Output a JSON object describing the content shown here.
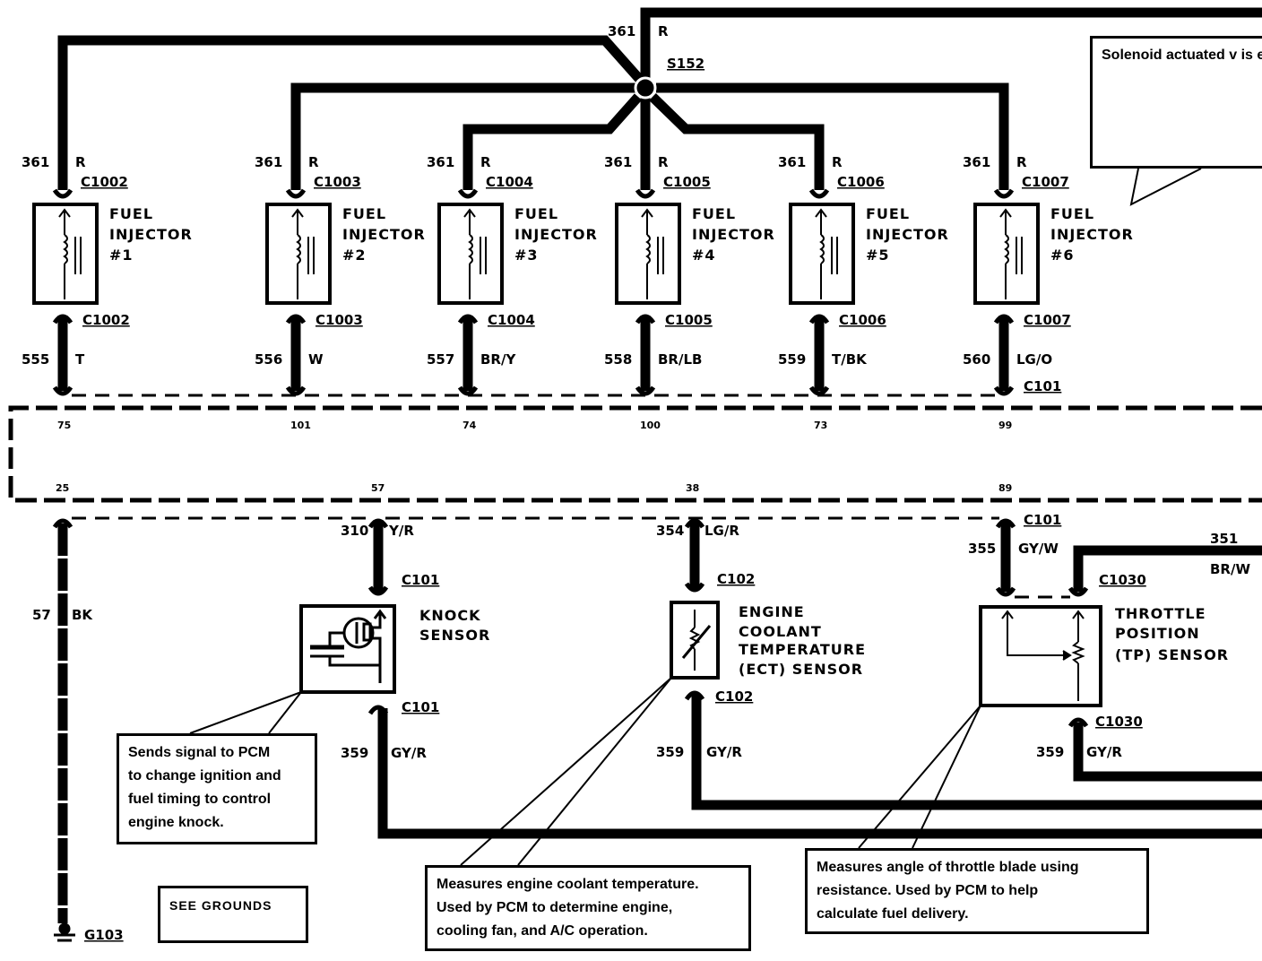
{
  "diagram": {
    "title": "Fuel Injector and Engine Sensor Wiring",
    "splice": "S152",
    "power_wire": {
      "number": "361",
      "color": "R"
    },
    "injectors": [
      {
        "label_line1": "FUEL",
        "label_line2": "INJECTOR",
        "label_line3": "#1",
        "top_wire": "361",
        "top_color": "R",
        "top_connector": "C1002",
        "bottom_connector": "C1002",
        "bottom_wire": "555",
        "bottom_color": "T",
        "pin": "75"
      },
      {
        "label_line1": "FUEL",
        "label_line2": "INJECTOR",
        "label_line3": "#2",
        "top_wire": "361",
        "top_color": "R",
        "top_connector": "C1003",
        "bottom_connector": "C1003",
        "bottom_wire": "556",
        "bottom_color": "W",
        "pin": "101"
      },
      {
        "label_line1": "FUEL",
        "label_line2": "INJECTOR",
        "label_line3": "#3",
        "top_wire": "361",
        "top_color": "R",
        "top_connector": "C1004",
        "bottom_connector": "C1004",
        "bottom_wire": "557",
        "bottom_color": "BR/Y",
        "pin": "74"
      },
      {
        "label_line1": "FUEL",
        "label_line2": "INJECTOR",
        "label_line3": "#4",
        "top_wire": "361",
        "top_color": "R",
        "top_connector": "C1005",
        "bottom_connector": "C1005",
        "bottom_wire": "558",
        "bottom_color": "BR/LB",
        "pin": "100"
      },
      {
        "label_line1": "FUEL",
        "label_line2": "INJECTOR",
        "label_line3": "#5",
        "top_wire": "361",
        "top_color": "R",
        "top_connector": "C1006",
        "bottom_connector": "C1006",
        "bottom_wire": "559",
        "bottom_color": "T/BK",
        "pin": "73"
      },
      {
        "label_line1": "FUEL",
        "label_line2": "INJECTOR",
        "label_line3": "#6",
        "top_wire": "361",
        "top_color": "R",
        "top_connector": "C1007",
        "bottom_connector": "C1007",
        "bottom_wire": "560",
        "bottom_color": "LG/O",
        "pin": "99"
      }
    ],
    "pcm_connector": "C101",
    "ground": {
      "pin": "25",
      "wire": "57",
      "color": "BK",
      "ground_id": "G103"
    },
    "knock_sensor": {
      "label_line1": "KNOCK",
      "label_line2": "SENSOR",
      "pin": "57",
      "wire": "310",
      "color": "Y/R",
      "top_connector": "C101",
      "bottom_connector": "C101",
      "return_wire": "359",
      "return_color": "GY/R"
    },
    "ect_sensor": {
      "label_line1": "ENGINE",
      "label_line2": "COOLANT",
      "label_line3": "TEMPERATURE",
      "label_line4": "(ECT) SENSOR",
      "pin": "38",
      "wire": "354",
      "color": "LG/R",
      "top_connector": "C102",
      "bottom_connector": "C102",
      "return_wire": "359",
      "return_color": "GY/R"
    },
    "tp_sensor": {
      "label_line1": "THROTTLE",
      "label_line2": "POSITION",
      "label_line3": "(TP) SENSOR",
      "pin": "89",
      "wire": "355",
      "color": "GY/W",
      "top_connector_signal": "C101",
      "top_connector": "C1030",
      "ref_wire": "351",
      "ref_color": "BR/W",
      "bottom_connector": "C1030",
      "return_wire": "359",
      "return_color": "GY/R"
    },
    "notes": {
      "solenoid": "Solenoid actuated v\nis energized (pulse\nthrough injector int\nlonger the pulse, th\namount of fuel.",
      "knock": "Sends signal to PCM\nto change ignition and\nfuel timing to control\nengine knock.",
      "grounds": "SEE GROUNDS",
      "ect": "Measures engine coolant temperature.\nUsed by PCM to determine engine,\ncooling fan, and A/C operation.",
      "tp": "Measures angle of throttle blade using\nresistance.  Used by PCM to help\ncalculate fuel delivery."
    }
  }
}
